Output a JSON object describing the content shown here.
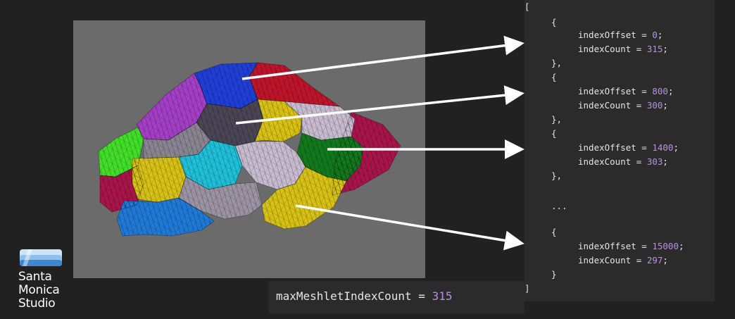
{
  "brand": {
    "icon_name": "santa-monica-studio-logo-icon",
    "lines": [
      "Santa",
      "Monica",
      "Studio"
    ]
  },
  "code": {
    "open_bracket": "[",
    "close_bracket": "]",
    "ellipsis": "...",
    "entries": [
      {
        "offset_label": "indexOffset = ",
        "offset_value": "0",
        "count_label": "indexCount = ",
        "count_value": "315",
        "trailing": "},"
      },
      {
        "offset_label": "indexOffset = ",
        "offset_value": "800",
        "count_label": "indexCount = ",
        "count_value": "300",
        "trailing": "},"
      },
      {
        "offset_label": "indexOffset = ",
        "offset_value": "1400",
        "count_label": "indexCount = ",
        "count_value": "303",
        "trailing": "},"
      },
      {
        "offset_label": "indexOffset = ",
        "offset_value": "15000",
        "count_label": "indexCount = ",
        "count_value": "297",
        "trailing": "}"
      }
    ]
  },
  "summary": {
    "label": "maxMeshletIndexCount = ",
    "value": "315"
  },
  "colors": {
    "background": "#212121",
    "viewport": "#6b6b6b",
    "panel": "#2b2b2b",
    "number": "#b98ee8",
    "arrow": "#ffffff",
    "meshlets": [
      "#1f3fd8",
      "#c0142a",
      "#a53fc8",
      "#4b4556",
      "#d8c214",
      "#c8bcd0",
      "#43e02a",
      "#8a8592",
      "#1fc1d8",
      "#117a1c",
      "#a9144a",
      "#1f7ad8"
    ]
  }
}
